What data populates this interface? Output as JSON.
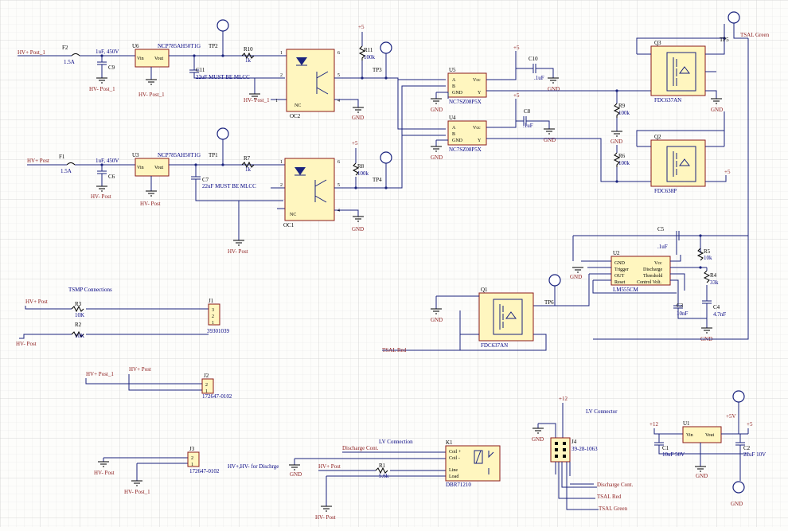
{
  "nets": {
    "hv_pos_1": "HV+ Post_1",
    "hv_neg_1": "HV- Post_1",
    "hv_pos": "HV+ Post",
    "hv_neg": "HV- Post",
    "plus5": "+5",
    "plus12": "+12",
    "plus5v": "+5V",
    "gnd": "GND",
    "tsal_green": "TSAL Green",
    "tsal_red": "TSAL Red",
    "discharge_cont": "Discharge Cont."
  },
  "labels": {
    "tsmp": "TSMP Connections",
    "lv_connection": "LV Connection",
    "lv_connector": "LV Connector",
    "hv_disch": "HV+,HV- for Dischrge",
    "must_mlcc": "22uF MUST BE MLCC"
  },
  "parts": {
    "F2": "F2",
    "F2v": "1.5A",
    "F1": "F1",
    "F1v": "1.5A",
    "C9v": "1uF, 450V",
    "C9": "C9",
    "C6v": "1uF, 450V",
    "C6": "C6",
    "U6": "U6",
    "U6v": "NCP785AH50T1G",
    "U3": "U3",
    "U3v": "NCP785AH50T1G",
    "TP2": "TP2",
    "TP1": "TP1",
    "TP3": "TP3",
    "TP4": "TP4",
    "TP5": "TP5",
    "TP6": "TP6",
    "R10": "R10",
    "R10v": "1k",
    "R7": "R7",
    "R7v": "1k",
    "R11": "R11",
    "R11v": "100k",
    "R8": "R8",
    "R8v": "100k",
    "C11": "C11",
    "C7": "C7",
    "OC2": "OC2",
    "OC1": "OC1",
    "NC": "NC",
    "U5": "U5",
    "U4": "U4",
    "Uv": "NC7SZ08P5X",
    "C10": "C10",
    "C10v": ".1uF",
    "C8": "C8",
    "C8v": ".1uF",
    "R9": "R9",
    "R9v": "100k",
    "R6": "R6",
    "R6v": "100k",
    "Q3": "Q3",
    "Q3v": "FDC637AN",
    "Q2": "Q2",
    "Q2v": "FDC638P",
    "Q1": "Q1",
    "Q1v": "FDC637AN",
    "C5": "C5",
    "C5v": ".1uF",
    "U2": "U2",
    "U2v": "LM555CM",
    "R5": "R5",
    "R5v": "10k",
    "R4": "R4",
    "R4v": "33k",
    "C3": "C3",
    "C3v": "10nF",
    "C4": "C4",
    "C4v": "4.7nF",
    "J1": "J1",
    "J1v": "39301039",
    "R3": "R3",
    "R3v": "10K",
    "R2": "R2",
    "R2v": "10K",
    "J2": "J2",
    "J2v": "172647-0102",
    "J3": "J3",
    "J3v": "172647-0102",
    "K1": "K1",
    "K1v": "DBR71210",
    "R1": "R1",
    "R1v": "5.6k",
    "J4": "J4",
    "J4v": "39-28-1063",
    "U1": "U1",
    "C1": "C1",
    "C1v": "10uF 50V",
    "C2": "C2",
    "C2v": "22uF 10V"
  },
  "pins": {
    "vin": "Vin",
    "vout": "Vout",
    "gndp": "GND",
    "a": "A",
    "b": "B",
    "vcc": "Vcc",
    "y": "Y",
    "trigger": "Trigger",
    "out": "OUT",
    "reset": "Reset",
    "discharge": "Discharge",
    "threshold": "Threshold",
    "control": "Control Volt.",
    "coilp": "Coil +",
    "coiln": "Coil -",
    "line": "Line",
    "load": "Load"
  }
}
